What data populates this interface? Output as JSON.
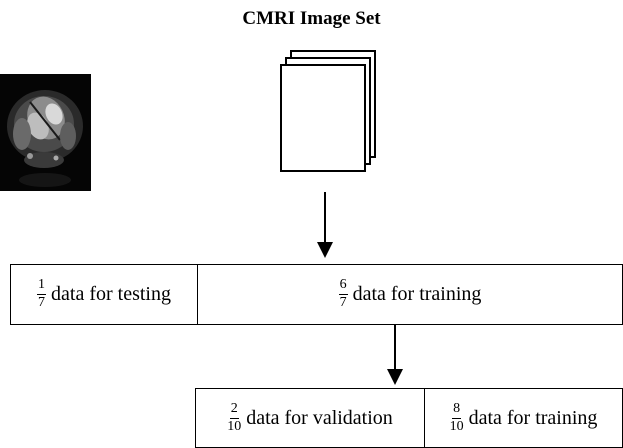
{
  "title": "CMRI Image Set",
  "image": {
    "icon": "cardiac-mri-scan"
  },
  "split_one": {
    "testing": {
      "numerator": "1",
      "denominator": "7",
      "label": "data for testing"
    },
    "training": {
      "numerator": "6",
      "denominator": "7",
      "label": "data for training"
    }
  },
  "split_two": {
    "validation": {
      "numerator": "2",
      "denominator": "10",
      "label": "data for validation"
    },
    "training": {
      "numerator": "8",
      "denominator": "10",
      "label": "data for training"
    }
  }
}
